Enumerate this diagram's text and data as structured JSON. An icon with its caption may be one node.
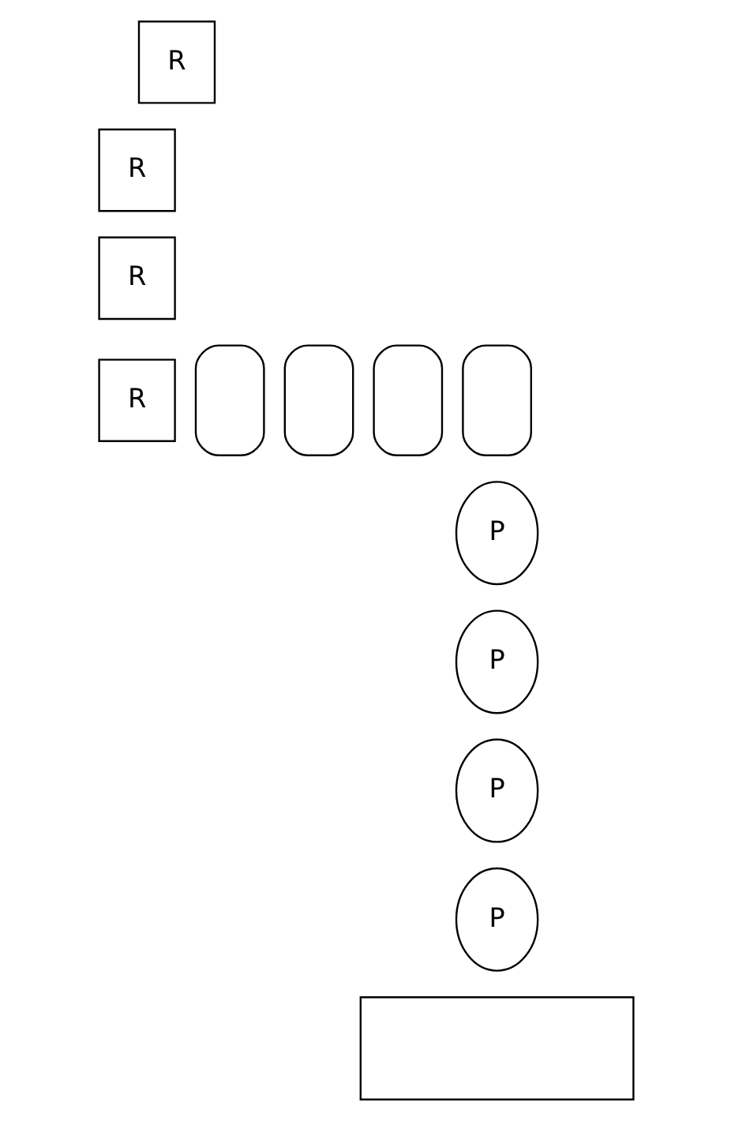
{
  "diagram": {
    "nodes": [
      {
        "text": [
          "R"
        ]
      },
      {
        "text": [
          "R"
        ]
      },
      {
        "text": [
          "R"
        ]
      },
      {
        "text": [
          "R"
        ]
      },
      {
        "text": [],
        "shape": "arch"
      },
      {
        "text": [],
        "shape": "arch"
      },
      {
        "text": [],
        "shape": "arch"
      },
      {
        "text": [],
        "shape": "arch"
      },
      {
        "text": [
          "P"
        ]
      },
      {
        "text": [
          "P"
        ]
      },
      {
        "text": [
          "P"
        ]
      },
      {
        "text": [
          "P"
        ]
      },
      {
        "text": [],
        "shape": "box"
      }
    ],
    "edges": []
  }
}
